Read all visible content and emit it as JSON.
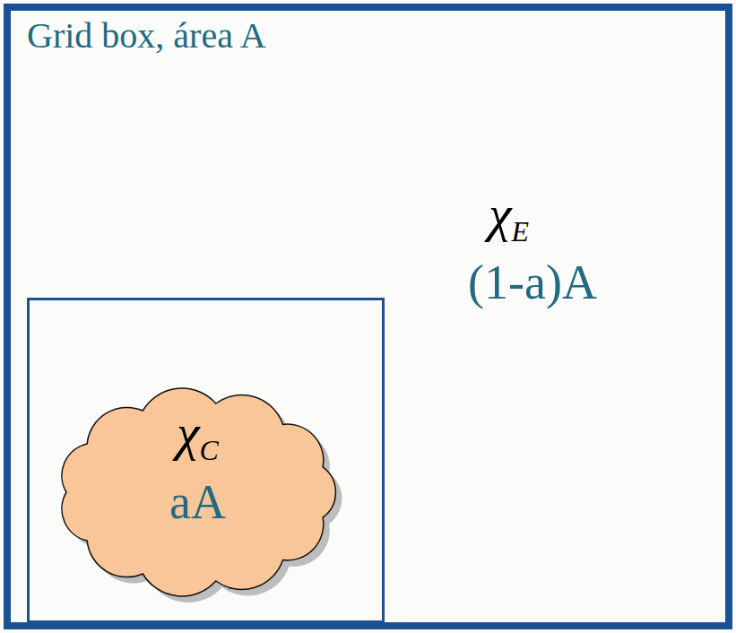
{
  "diagram": {
    "nodes": [
      {
        "text": [
          "Grid box, área A",
          "χE",
          "(1-a)A"
        ]
      },
      {
        "text": [
          "χC",
          "aA"
        ],
        "in": 0
      }
    ]
  }
}
